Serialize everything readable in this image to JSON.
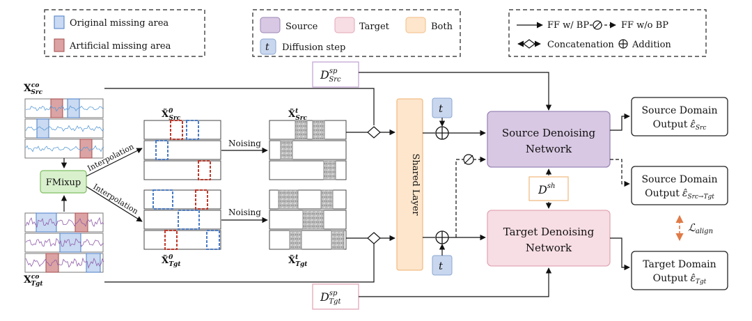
{
  "legend": {
    "missing": {
      "original_label": "Original missing area",
      "artificial_label": "Artificial missing area"
    },
    "domains": {
      "source_label": "Source",
      "target_label": "Target",
      "both_label": "Both",
      "diffusion_symbol": "t",
      "diffusion_label": "Diffusion step"
    },
    "arrows": {
      "ff_bp_label": "FF w/ BP",
      "ff_nobp_label": "FF w/o BP",
      "concat_label": "Concatenation",
      "add_label": "Addition"
    }
  },
  "inputs": {
    "src_co": "X",
    "src_co_sup": "co",
    "src_co_sub": "Src",
    "tgt_co": "X",
    "tgt_co_sup": "co",
    "tgt_co_sub": "Tgt"
  },
  "fmixup_label": "FMixup",
  "interpolation_label": "Interpolation",
  "noising_label": "Noising",
  "x0_src": {
    "base": "X̃",
    "sup": "0",
    "sub": "Src"
  },
  "x0_tgt": {
    "base": "X̃",
    "sup": "0",
    "sub": "Tgt"
  },
  "xt_src": {
    "base": "X̃",
    "sup": "t",
    "sub": "Src"
  },
  "xt_tgt": {
    "base": "X̃",
    "sup": "t",
    "sub": "Tgt"
  },
  "d_sp_src": {
    "base": "D",
    "sup": "sp",
    "sub": "Src"
  },
  "d_sp_tgt": {
    "base": "D",
    "sup": "sp",
    "sub": "Tgt"
  },
  "d_sh": {
    "base": "D",
    "sup": "sh"
  },
  "shared_layer_label": "Shared Layer",
  "t_symbol": "t",
  "source_network": {
    "line1": "Source Denoising",
    "line2": "Network"
  },
  "target_network": {
    "line1": "Target Denoising",
    "line2": "Network"
  },
  "outputs": {
    "src": {
      "line1": "Source Domain",
      "line2": "Output",
      "eps": "ε̂",
      "sub": "Src"
    },
    "src2tgt": {
      "line1": "Source Domain",
      "line2": "Output",
      "eps": "ε̂",
      "sub": "Src→Tgt"
    },
    "tgt": {
      "line1": "Target Domain",
      "line2": "Output",
      "eps": "ε̂",
      "sub": "Tgt"
    }
  },
  "align_loss": {
    "base": "ℒ",
    "sub": "align"
  },
  "colors": {
    "source_fill": "#d8c8e3",
    "source_stroke": "#9b86b6",
    "target_fill": "#f7dde4",
    "target_stroke": "#e2a7b6",
    "both_fill": "#fde6cc",
    "both_stroke": "#f2bd85",
    "diffusion_fill": "#c9d7ee",
    "fmixup_fill": "#d9f0cd",
    "fmixup_stroke": "#7fbf62",
    "original_missing": "#c9daf2",
    "artificial_missing": "#dba3a3",
    "blue_dashed": "#4a7cc7",
    "red_dashed": "#c0392b",
    "align_arrow": "#e07a46",
    "src_series": "#5b9bd5",
    "tgt_series": "#8e5aa8"
  }
}
